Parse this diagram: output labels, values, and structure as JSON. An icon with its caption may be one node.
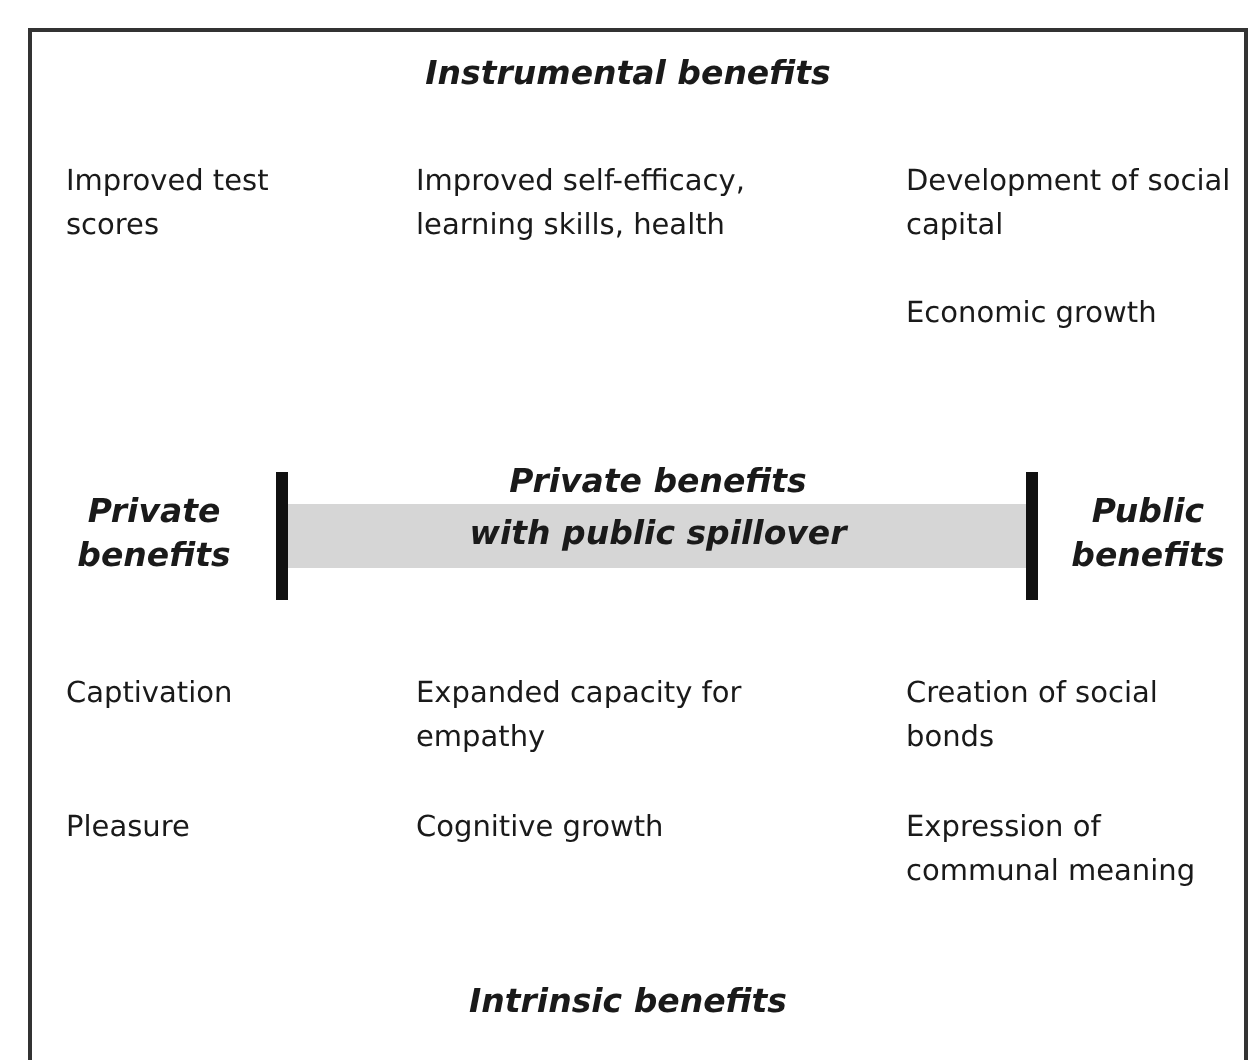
{
  "diagram": {
    "nodes": [
      {
        "text": [
          "Private benefits with public spillover"
        ]
      }
    ],
    "edges": [],
    "labels": [
      "Instrumental benefits",
      "Improved test scores",
      "Improved self-efficacy, learning skills, health",
      "Development of social capital",
      "Economic growth",
      "Private benefits",
      "Public benefits",
      "Captivation",
      "Expanded capacity for empathy",
      "Creation of social bonds",
      "Pleasure",
      "Cognitive growth",
      "Expression of communal meaning",
      "Intrinsic benefits"
    ]
  }
}
